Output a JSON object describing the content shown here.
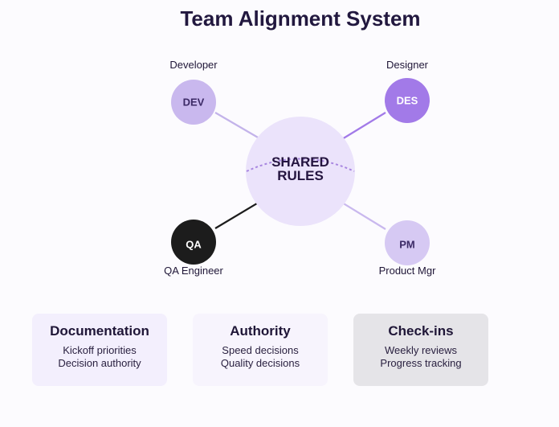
{
  "title": "Team Alignment System",
  "center": {
    "line1": "SHARED",
    "line2": "RULES",
    "fill": "#ebe3fb"
  },
  "nodes": {
    "dev": {
      "abbr": "DEV",
      "role": "Developer",
      "fill": "#c9b8ee",
      "text_color": "#3c2a66"
    },
    "des": {
      "abbr": "DES",
      "role": "Designer",
      "fill": "#a27ae8",
      "text_color": "#ffffff"
    },
    "qa": {
      "abbr": "QA",
      "role": "QA Engineer",
      "fill": "#1c1c1c",
      "text_color": "#ffffff"
    },
    "pm": {
      "abbr": "PM",
      "role": "Product Mgr",
      "fill": "#d6c9f3",
      "text_color": "#3c2a66"
    }
  },
  "connector_colors": {
    "dev": "#c3b3ea",
    "des": "#a27ae8",
    "qa": "#1c1c1c",
    "pm": "#c9b8ee"
  },
  "cards": [
    {
      "title": "Documentation",
      "lines": [
        "Kickoff priorities",
        "Decision authority"
      ],
      "bg": "#f3effd"
    },
    {
      "title": "Authority",
      "lines": [
        "Speed decisions",
        "Quality decisions"
      ],
      "bg": "#f7f4fd"
    },
    {
      "title": "Check-ins",
      "lines": [
        "Weekly reviews",
        "Progress tracking"
      ],
      "bg": "#e5e4e8"
    }
  ]
}
